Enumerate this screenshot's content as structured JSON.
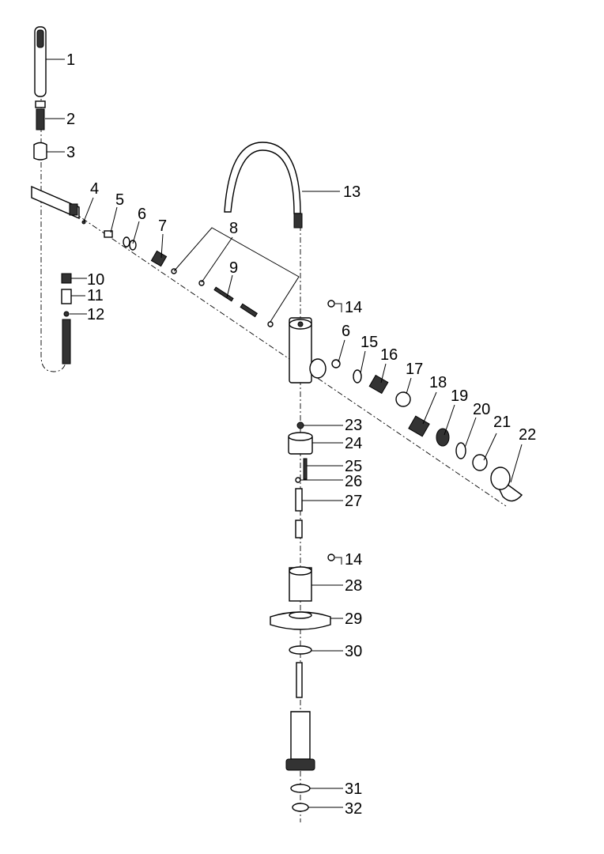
{
  "diagram": {
    "type": "exploded-parts-diagram",
    "part_labels": [
      "1",
      "2",
      "3",
      "4",
      "5",
      "6",
      "7",
      "8",
      "9",
      "10",
      "11",
      "12",
      "13",
      "14",
      "6",
      "15",
      "16",
      "17",
      "18",
      "19",
      "20",
      "21",
      "22",
      "23",
      "24",
      "25",
      "26",
      "27",
      "14",
      "28",
      "29",
      "30",
      "31",
      "32"
    ]
  }
}
